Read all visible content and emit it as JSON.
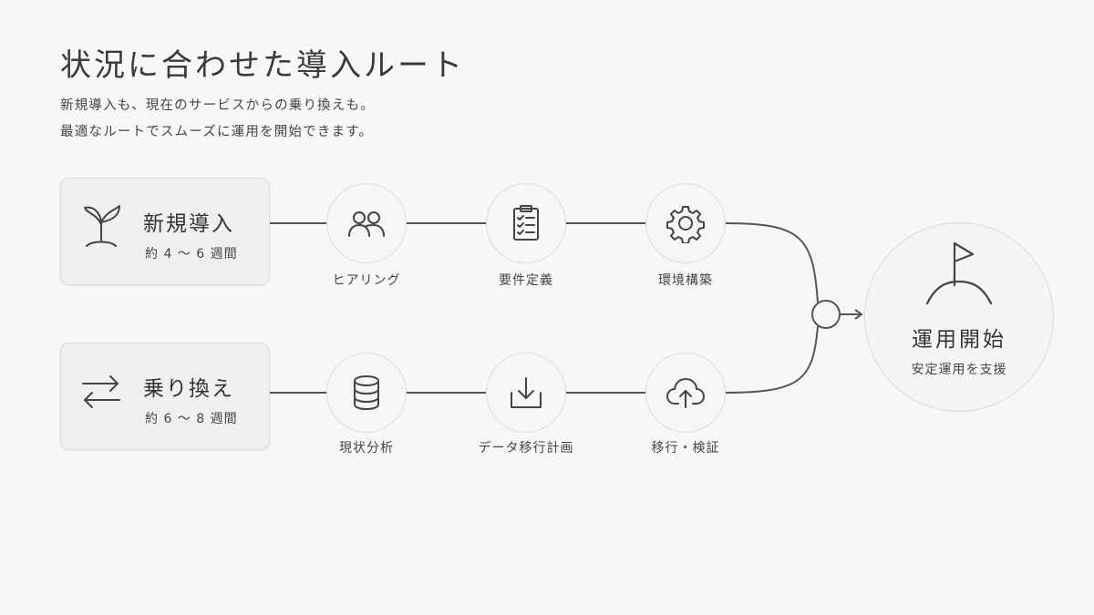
{
  "header": {
    "title": "状況に合わせた導入ルート",
    "subtitle_line1": "新規導入も、現在のサービスからの乗り換えも。",
    "subtitle_line2": "最適なルートでスムーズに運用を開始できます。"
  },
  "routes": [
    {
      "title": "新規導入",
      "duration": "約 4 〜 6 週間",
      "icon": "sprout-icon",
      "steps": [
        {
          "label": "ヒアリング",
          "icon": "people-icon"
        },
        {
          "label": "要件定義",
          "icon": "clipboard-checklist-icon"
        },
        {
          "label": "環境構築",
          "icon": "gear-icon"
        }
      ]
    },
    {
      "title": "乗り換え",
      "duration": "約 6 〜 8 週間",
      "icon": "switch-arrows-icon",
      "steps": [
        {
          "label": "現状分析",
          "icon": "database-icon"
        },
        {
          "label": "データ移行計画",
          "icon": "download-tray-icon"
        },
        {
          "label": "移行・検証",
          "icon": "cloud-upload-icon"
        }
      ]
    }
  ],
  "goal": {
    "title": "運用開始",
    "subtitle": "安定運用を支援",
    "icon": "flag-on-hill-icon"
  },
  "colors": {
    "background": "#f7f7f7",
    "line": "#555555",
    "card": "#efefef",
    "border": "#d9d9d9"
  }
}
